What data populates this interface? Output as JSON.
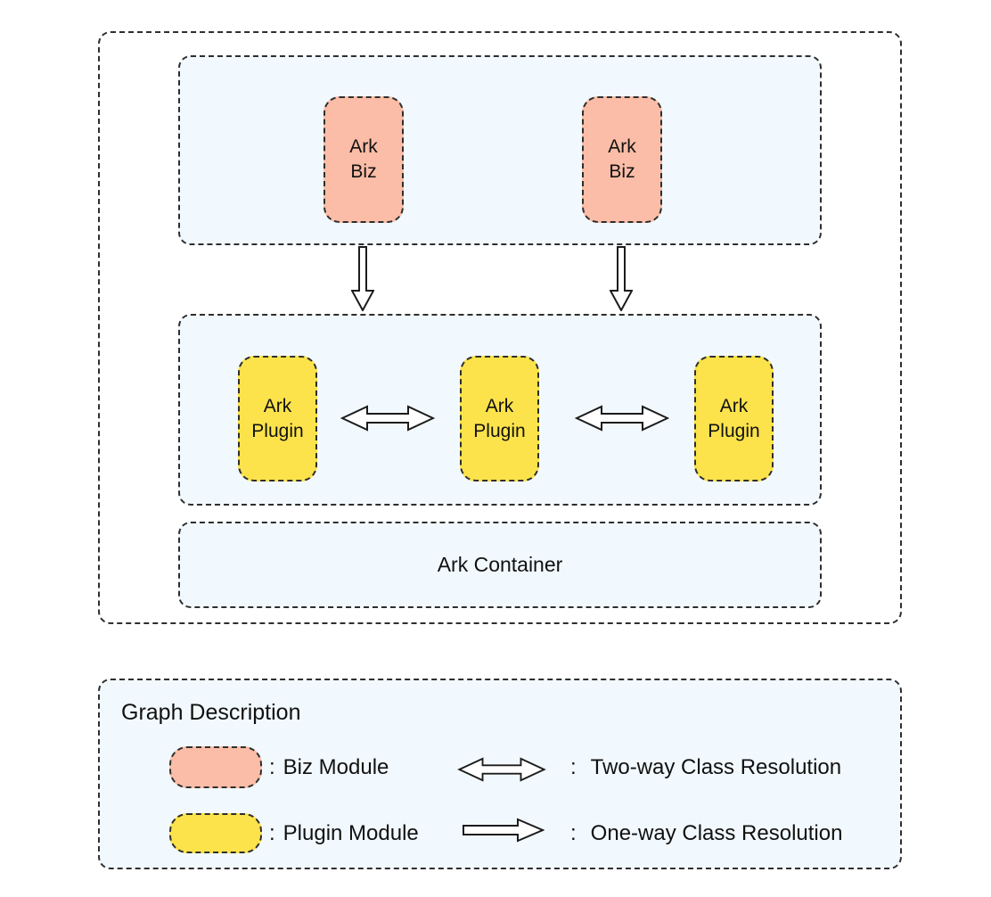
{
  "diagram": {
    "biz_layer": {
      "boxes": [
        {
          "label": "Ark\nBiz"
        },
        {
          "label": "Ark\nBiz"
        }
      ]
    },
    "plugin_layer": {
      "boxes": [
        {
          "label": "Ark\nPlugin"
        },
        {
          "label": "Ark\nPlugin"
        },
        {
          "label": "Ark\nPlugin"
        }
      ]
    },
    "container": {
      "label": "Ark Container"
    },
    "icons": {
      "down_arrow": "one-way-down-arrow",
      "two_way_arrow": "two-way-horizontal-arrow"
    }
  },
  "legend": {
    "title": "Graph Description",
    "colon": ":",
    "items": [
      {
        "label": "Biz Module",
        "swatch_color": "#fbbda7"
      },
      {
        "label": "Plugin Module",
        "swatch_color": "#fce34b"
      }
    ],
    "arrow_items": [
      {
        "label": "Two-way Class Resolution",
        "icon": "two-way-arrow"
      },
      {
        "label": "One-way Class Resolution",
        "icon": "one-way-arrow"
      }
    ]
  },
  "colors": {
    "biz_module": "#fbbda7",
    "plugin_module": "#fce34b",
    "layer_background": "#f2f9fe",
    "dashed_border": "#2e2e2e",
    "arrow_fill": "#ffffff",
    "text": "#111111"
  }
}
